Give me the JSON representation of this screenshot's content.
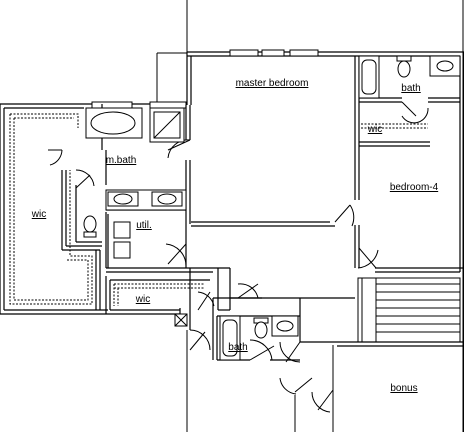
{
  "rooms": {
    "master_bedroom": "master bedroom",
    "bath_upper": "bath",
    "wic_right": "wic",
    "bedroom4": "bedroom-4",
    "mbath": "m.bath",
    "util": "util.",
    "wic_left": "wic",
    "wic_bottom": "wic",
    "bath_lower": "bath",
    "bonus": "bonus"
  }
}
